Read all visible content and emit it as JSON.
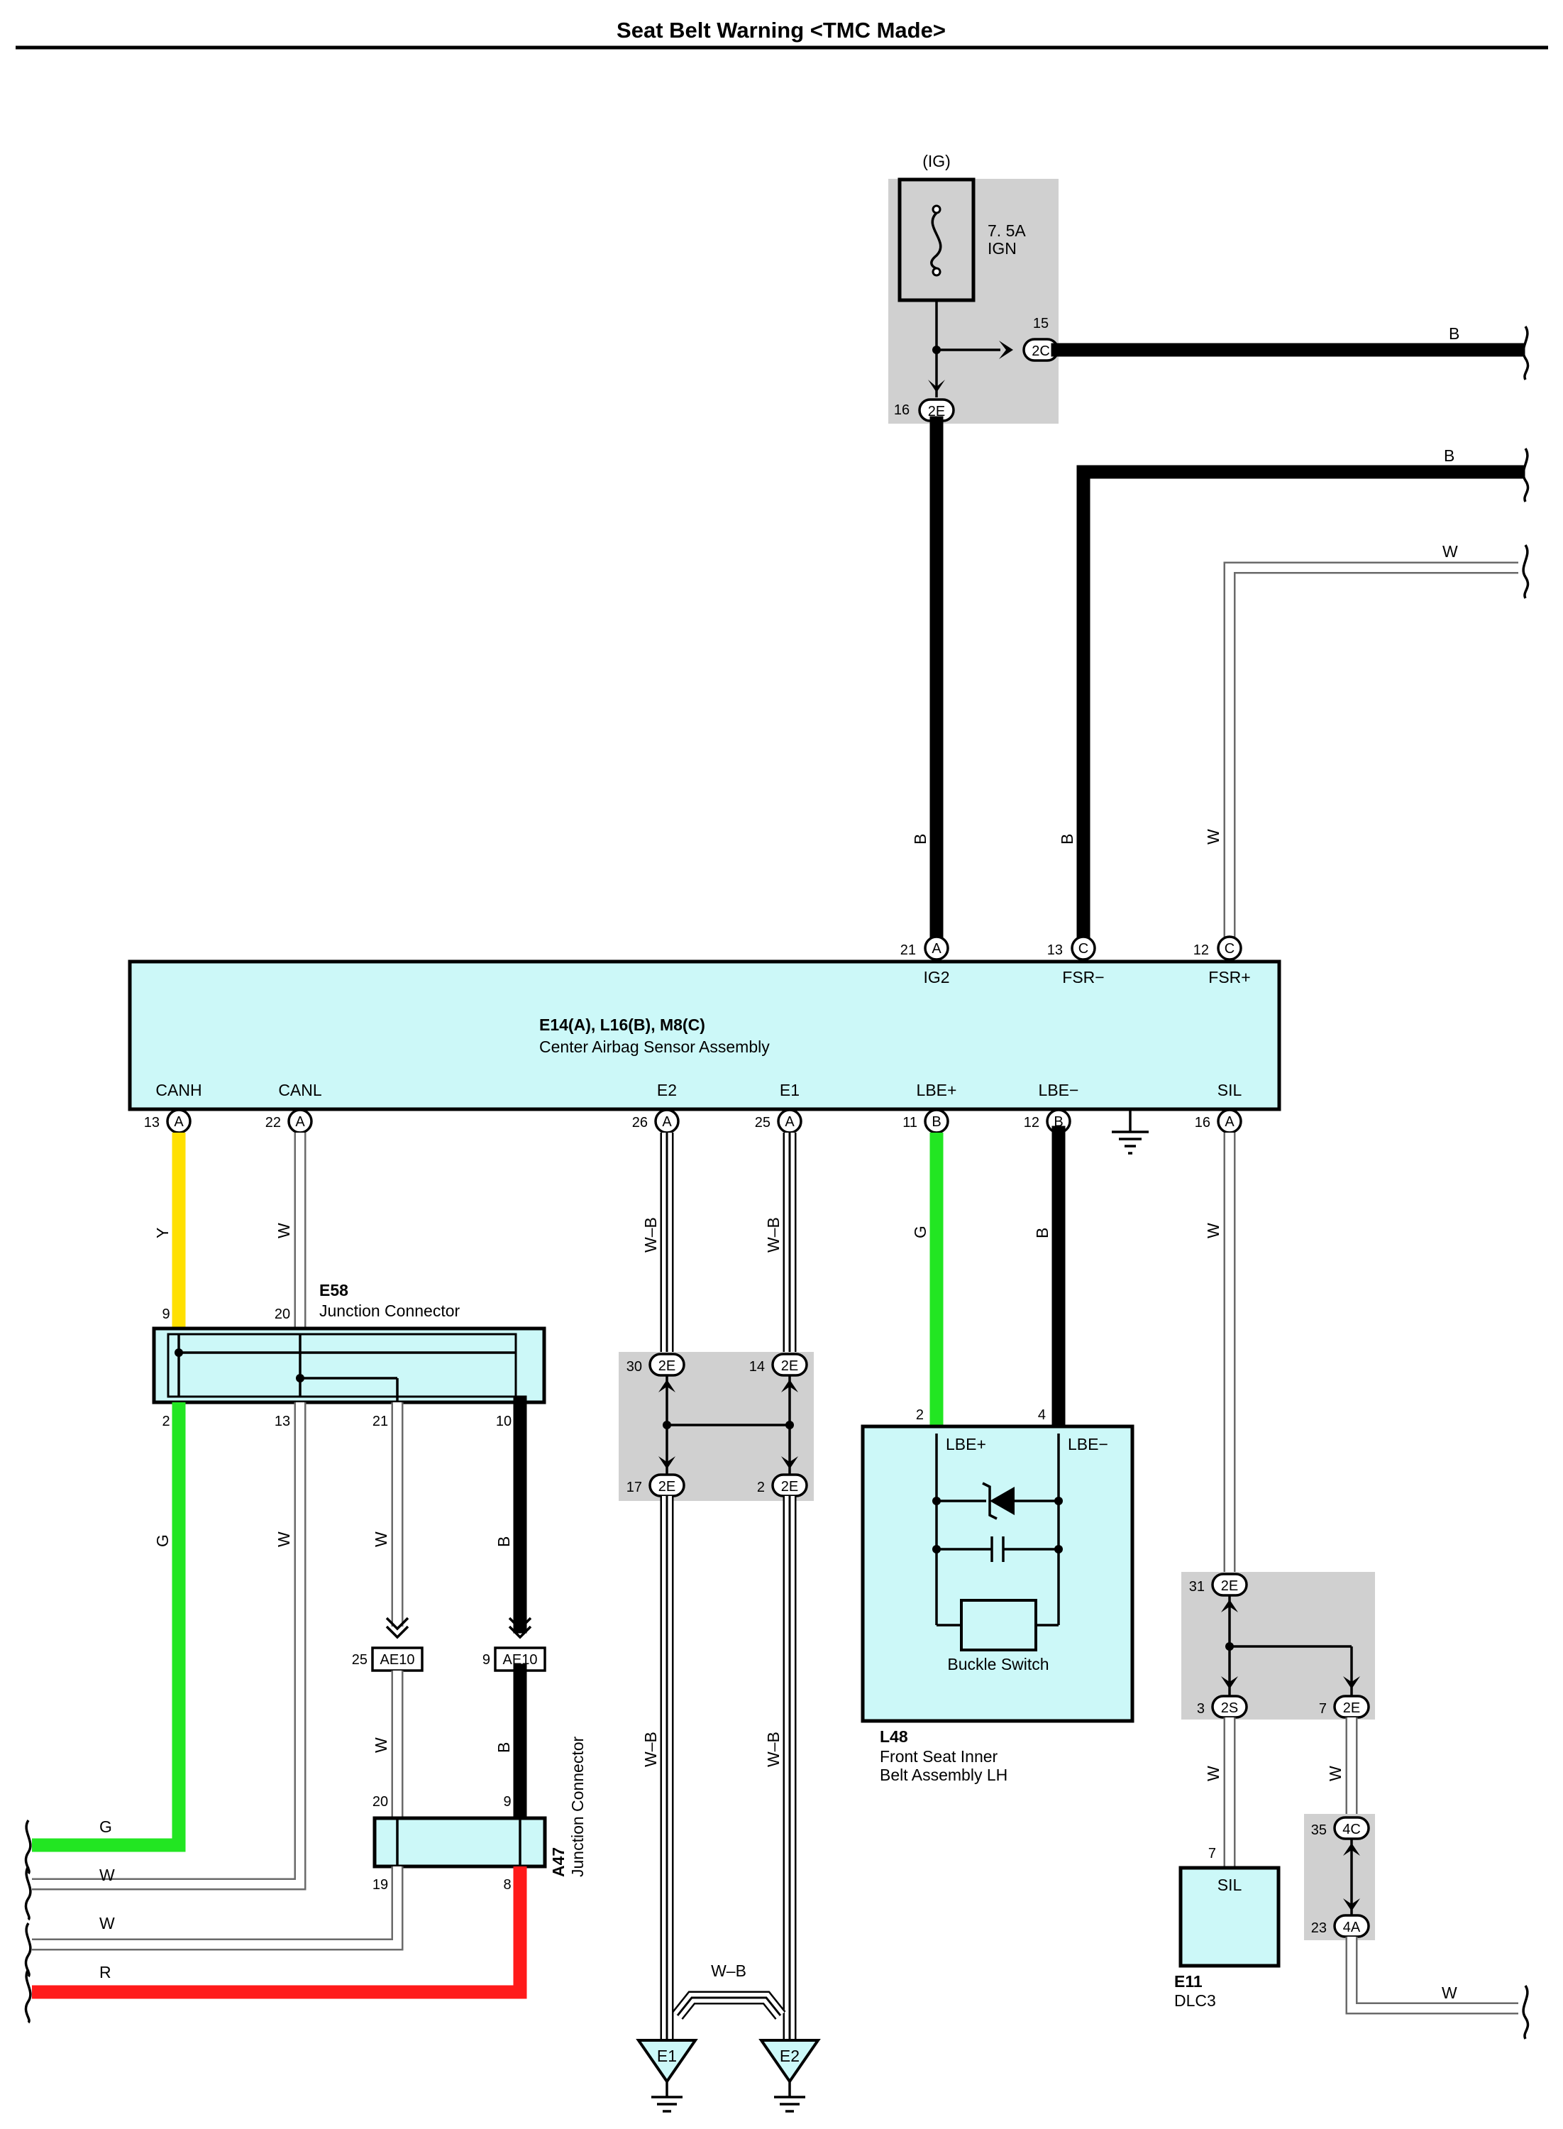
{
  "title": "Seat Belt Warning <TMC Made>",
  "fuse": {
    "source": "(IG)",
    "rating": "7. 5A",
    "name": "IGN",
    "pins": [
      {
        "num": "15",
        "conn": "2C"
      },
      {
        "num": "16",
        "conn": "2E"
      }
    ]
  },
  "main_ecu": {
    "id": "E14(A), L16(B), M8(C)",
    "name": "Center Airbag Sensor Assembly",
    "top_terminals": [
      {
        "num": "21",
        "conn": "A",
        "name": "IG2",
        "wire": "B"
      },
      {
        "num": "13",
        "conn": "C",
        "name": "FSR−",
        "wire": "B"
      },
      {
        "num": "12",
        "conn": "C",
        "name": "FSR+",
        "wire": "W"
      }
    ],
    "bottom_terminals": [
      {
        "num": "13",
        "conn": "A",
        "name": "CANH",
        "wire": "Y"
      },
      {
        "num": "22",
        "conn": "A",
        "name": "CANL",
        "wire": "W"
      },
      {
        "num": "26",
        "conn": "A",
        "name": "E2",
        "wire": "W–B"
      },
      {
        "num": "25",
        "conn": "A",
        "name": "E1",
        "wire": "W–B"
      },
      {
        "num": "11",
        "conn": "B",
        "name": "LBE+",
        "wire": "G"
      },
      {
        "num": "12",
        "conn": "B",
        "name": "LBE−",
        "wire": "B"
      },
      {
        "num": "16",
        "conn": "A",
        "name": "SIL",
        "wire": "W"
      }
    ]
  },
  "right_wires": [
    {
      "label": "B"
    },
    {
      "label": "B"
    },
    {
      "label": "W"
    }
  ],
  "junction_e58": {
    "id": "E58",
    "name": "Junction Connector",
    "top_pins": [
      "9",
      "20"
    ],
    "bottom_pins": [
      "2",
      "13",
      "21",
      "10"
    ],
    "bottom_wires": [
      "G",
      "W",
      "W",
      "B"
    ]
  },
  "ae10": [
    {
      "num": "25",
      "conn": "AE10",
      "wire": "W"
    },
    {
      "num": "9",
      "conn": "AE10",
      "wire": "B"
    }
  ],
  "junction_a47": {
    "id": "A47",
    "name": "Junction Connector",
    "pins": [
      "20",
      "9",
      "19",
      "8"
    ]
  },
  "left_wires": [
    {
      "label": "G"
    },
    {
      "label": "W"
    },
    {
      "label": "W"
    },
    {
      "label": "R"
    }
  ],
  "splice_2e_ground": {
    "pins_top": [
      {
        "num": "30",
        "conn": "2E"
      },
      {
        "num": "14",
        "conn": "2E"
      }
    ],
    "pins_bottom": [
      {
        "num": "17",
        "conn": "2E"
      },
      {
        "num": "2",
        "conn": "2E"
      }
    ],
    "wires_below": [
      "W–B",
      "W–B"
    ],
    "bridge_label": "W–B"
  },
  "grounds": [
    "E1",
    "E2"
  ],
  "buckle": {
    "id": "L48",
    "name_line1": "Front Seat Inner",
    "name_line2": "Belt Assembly LH",
    "pin_plus": "2",
    "pin_minus": "4",
    "term_plus": "LBE+",
    "term_minus": "LBE−",
    "switch_label": "Buckle Switch"
  },
  "splice_sil": {
    "top": {
      "num": "31",
      "conn": "2E"
    },
    "left": {
      "num": "3",
      "conn": "2S"
    },
    "right": {
      "num": "7",
      "conn": "2E"
    },
    "wires": [
      "W",
      "W"
    ]
  },
  "dlc3": {
    "id": "E11",
    "name": "DLC3",
    "pin": "7",
    "term": "SIL"
  },
  "splice_4c": {
    "top": {
      "num": "35",
      "conn": "4C"
    },
    "bottom": {
      "num": "23",
      "conn": "4A"
    },
    "wire_out": "W"
  }
}
